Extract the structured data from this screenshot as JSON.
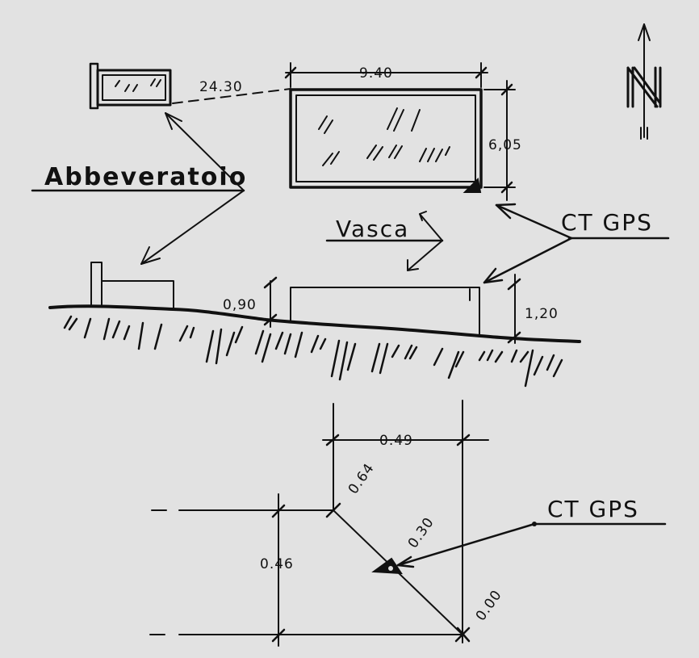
{
  "labels": {
    "abbeveratoio": "Abbeveratoio",
    "vasca": "Vasca",
    "ct_gps_top": "CT GPS",
    "ct_gps_bottom": "CT GPS",
    "north": "N"
  },
  "dimensions": {
    "distance_abbeveratoio_vasca": "24.30",
    "vasca_length": "9.40",
    "vasca_width": "6,05",
    "abbeveratoio_height": "0,90",
    "vasca_height": "1,20",
    "detail_horizontal": "0.49",
    "detail_diagonal": "0.64",
    "detail_offset": "0.30",
    "detail_vertical": "0.46",
    "detail_origin": "0.00"
  }
}
